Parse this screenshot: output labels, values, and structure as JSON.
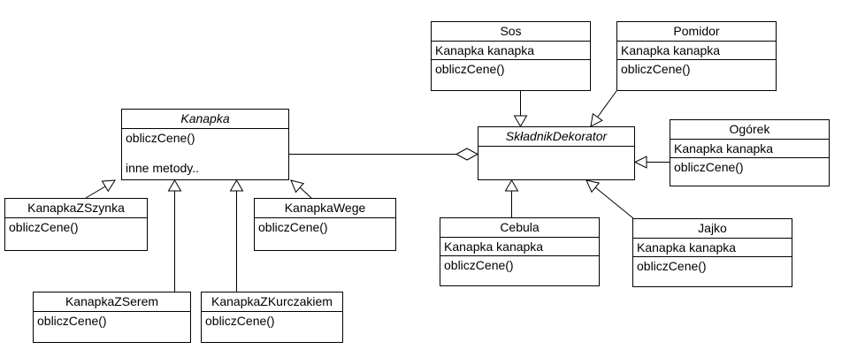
{
  "diagram_type": "uml-class-diagram",
  "colors": {
    "background": "#ffffff",
    "box_fill": "#ffffff",
    "line": "#000000",
    "text": "#000000"
  },
  "classes": {
    "kanapka": {
      "name": "Kanapka",
      "abstract": true,
      "method": "obliczCene()",
      "note": "inne metody.."
    },
    "skladnik_dekorator": {
      "name": "SkładnikDekorator",
      "abstract": true
    },
    "kanapka_z_szynka": {
      "name": "KanapkaZSzynka",
      "method": "obliczCene()"
    },
    "kanapka_wege": {
      "name": "KanapkaWege",
      "method": "obliczCene()"
    },
    "kanapka_z_serem": {
      "name": "KanapkaZSerem",
      "method": "obliczCene()"
    },
    "kanapka_z_kurczakiem": {
      "name": "KanapkaZKurczakiem",
      "method": "obliczCene()"
    },
    "sos": {
      "name": "Sos",
      "field": "Kanapka kanapka",
      "method": "obliczCene()"
    },
    "pomidor": {
      "name": "Pomidor",
      "field": "Kanapka kanapka",
      "method": "obliczCene()"
    },
    "ogorek": {
      "name": "Ogórek",
      "field": "Kanapka kanapka",
      "method": "obliczCene()"
    },
    "cebula": {
      "name": "Cebula",
      "field": "Kanapka kanapka",
      "method": "obliczCene()"
    },
    "jajko": {
      "name": "Jajko",
      "field": "Kanapka kanapka",
      "method": "obliczCene()"
    }
  },
  "relationships": [
    {
      "type": "aggregation",
      "owner": "SkładnikDekorator",
      "part": "Kanapka"
    },
    {
      "type": "generalization",
      "from": "KanapkaZSzynka",
      "to": "Kanapka"
    },
    {
      "type": "generalization",
      "from": "KanapkaZSerem",
      "to": "Kanapka"
    },
    {
      "type": "generalization",
      "from": "KanapkaZKurczakiem",
      "to": "Kanapka"
    },
    {
      "type": "generalization",
      "from": "KanapkaWege",
      "to": "Kanapka"
    },
    {
      "type": "generalization",
      "from": "Sos",
      "to": "SkładnikDekorator"
    },
    {
      "type": "generalization",
      "from": "Pomidor",
      "to": "SkładnikDekorator"
    },
    {
      "type": "generalization",
      "from": "Ogórek",
      "to": "SkładnikDekorator"
    },
    {
      "type": "generalization",
      "from": "Cebula",
      "to": "SkładnikDekorator"
    },
    {
      "type": "generalization",
      "from": "Jajko",
      "to": "SkładnikDekorator"
    }
  ]
}
